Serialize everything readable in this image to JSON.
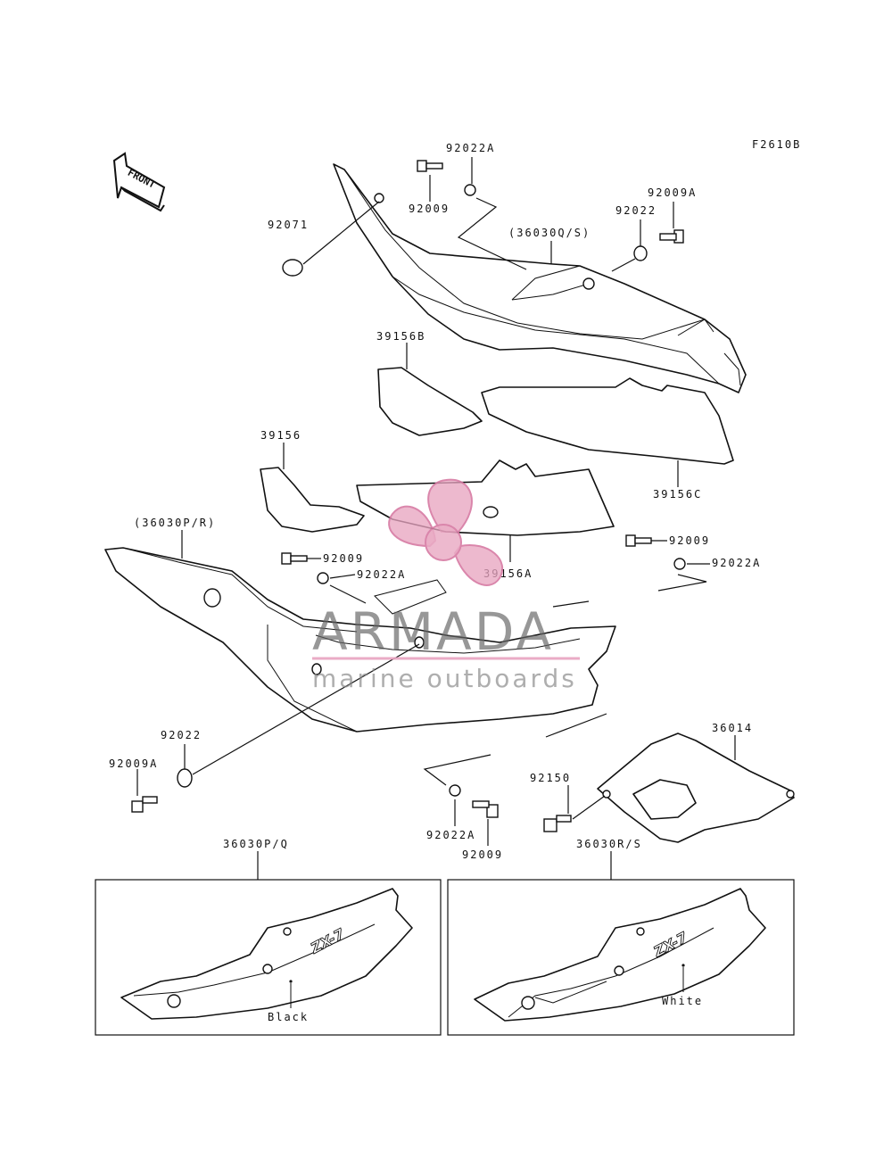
{
  "figure_id": "F2610B",
  "front_label": "FRONT",
  "watermark": {
    "brand": "ARMADA",
    "tagline": "marine outboards",
    "color": "#e8a3c0"
  },
  "parts": {
    "p92022A_top": "92022A",
    "p92009_top": "92009",
    "p92071": "92071",
    "p36030QS": "(36030Q/S)",
    "p92022_right": "92022",
    "p92009A_right": "92009A",
    "p39156B": "39156B",
    "p39156": "39156",
    "p39156C": "39156C",
    "p36030PR": "(36030P/R)",
    "p92009_mid": "92009",
    "p92022A_mid": "92022A",
    "p39156A": "39156A",
    "p92009_right": "92009",
    "p92022A_right": "92022A",
    "p92022_left": "92022",
    "p92009A_left": "92009A",
    "p36014": "36014",
    "p92150": "92150",
    "p92022A_bottom": "92022A",
    "p92009_bottom": "92009"
  },
  "variants": {
    "left_title": "36030P/Q",
    "left_color": "Black",
    "right_title": "36030R/S",
    "right_color": "White",
    "logo_text": "ZX-7"
  }
}
